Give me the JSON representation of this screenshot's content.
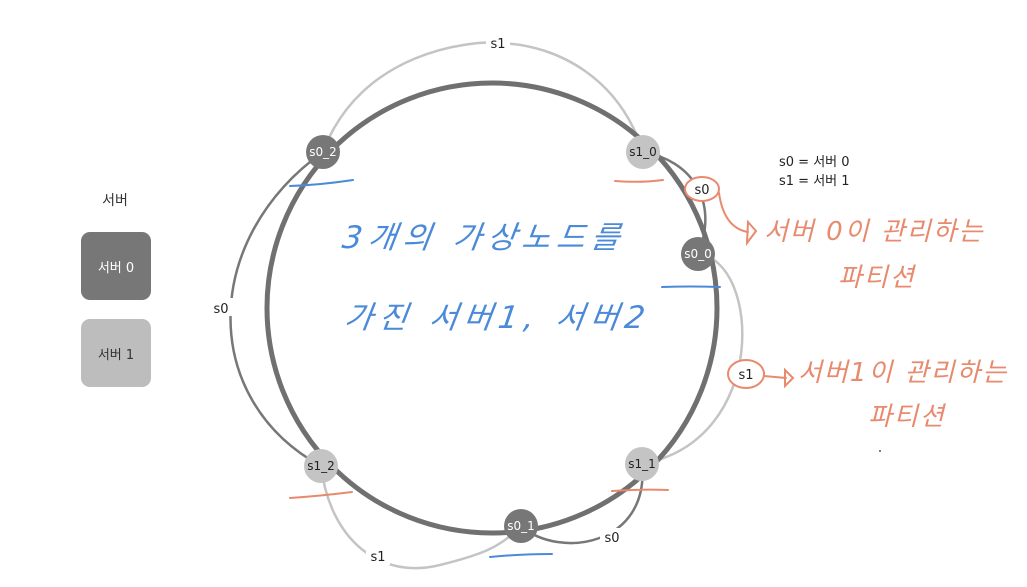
{
  "legend": {
    "title": "서버",
    "server0_label": "서버 0",
    "server1_label": "서버 1",
    "server0_color": "#777777",
    "server1_color": "#bdbdbd"
  },
  "key": {
    "line0": "s0 = 서버 0",
    "line1": "s1 = 서버 1"
  },
  "nodes": [
    {
      "id": "s0_2",
      "server": "s0"
    },
    {
      "id": "s1_0",
      "server": "s1"
    },
    {
      "id": "s0_0",
      "server": "s0"
    },
    {
      "id": "s1_1",
      "server": "s1"
    },
    {
      "id": "s0_1",
      "server": "s0"
    },
    {
      "id": "s1_2",
      "server": "s1"
    }
  ],
  "arc_labels": {
    "top": "s1",
    "left": "s0",
    "bottom_left": "s1",
    "bottom_right": "s0",
    "right_top": "s0",
    "right_mid": "s1"
  },
  "handwriting": {
    "center_line1": "3개의 가상노드를",
    "center_line2": "가진 서버1, 서버2",
    "annot0_line1": "서버 0이 관리하는",
    "annot0_line2": "파티션",
    "annot1_line1": "서버1이 관리하는",
    "annot1_line2": "파티션"
  },
  "colors": {
    "ring": "#707070",
    "arc_s0": "#777777",
    "arc_s1": "#c4c4c4",
    "blue_ink": "#4a8ad8",
    "orange_ink": "#e88a6e"
  }
}
